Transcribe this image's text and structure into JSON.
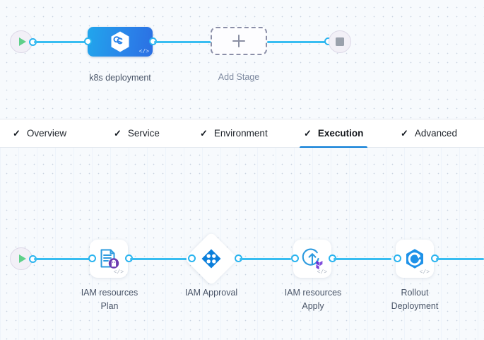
{
  "stage_canvas": {
    "start_node": {
      "icon": "play-icon",
      "name": "pipeline-start"
    },
    "end_node": {
      "icon": "stop-icon",
      "name": "pipeline-end"
    },
    "stages": [
      {
        "label": "k8s deployment",
        "icon": "harness-hexagon-icon",
        "badge": "</>",
        "selected": true
      }
    ],
    "add_stage": {
      "label": "Add Stage",
      "icon": "plus-icon"
    }
  },
  "tabs": [
    {
      "id": "overview",
      "label": "Overview",
      "check": "✓",
      "active": false
    },
    {
      "id": "service",
      "label": "Service",
      "check": "✓",
      "active": false
    },
    {
      "id": "environment",
      "label": "Environment",
      "check": "✓",
      "active": false
    },
    {
      "id": "execution",
      "label": "Execution",
      "check": "✓",
      "active": true
    },
    {
      "id": "advanced",
      "label": "Advanced",
      "check": "✓",
      "active": false
    }
  ],
  "execution_canvas": {
    "start_node": {
      "icon": "play-icon",
      "name": "execution-start"
    },
    "steps": [
      {
        "label": "IAM resources\nPlan",
        "icon": "terraform-plan-icon",
        "badge": "</>",
        "shape": "card"
      },
      {
        "label": "IAM Approval",
        "icon": "approval-diamond-icon",
        "badge": "",
        "shape": "diamond"
      },
      {
        "label": "IAM resources\nApply",
        "icon": "terraform-apply-icon",
        "badge": "</>",
        "shape": "card"
      },
      {
        "label": "Rollout\nDeployment",
        "icon": "k8s-rollout-hexagon-icon",
        "badge": "</>",
        "shape": "card"
      }
    ]
  },
  "colors": {
    "connector": "#38bdf1",
    "accent": "#0278d5",
    "stage_blue": "#2a83e9",
    "terraform_purple": "#7b42bc",
    "label_text": "#4a5568",
    "canvas_bg": "#f7fafd"
  }
}
